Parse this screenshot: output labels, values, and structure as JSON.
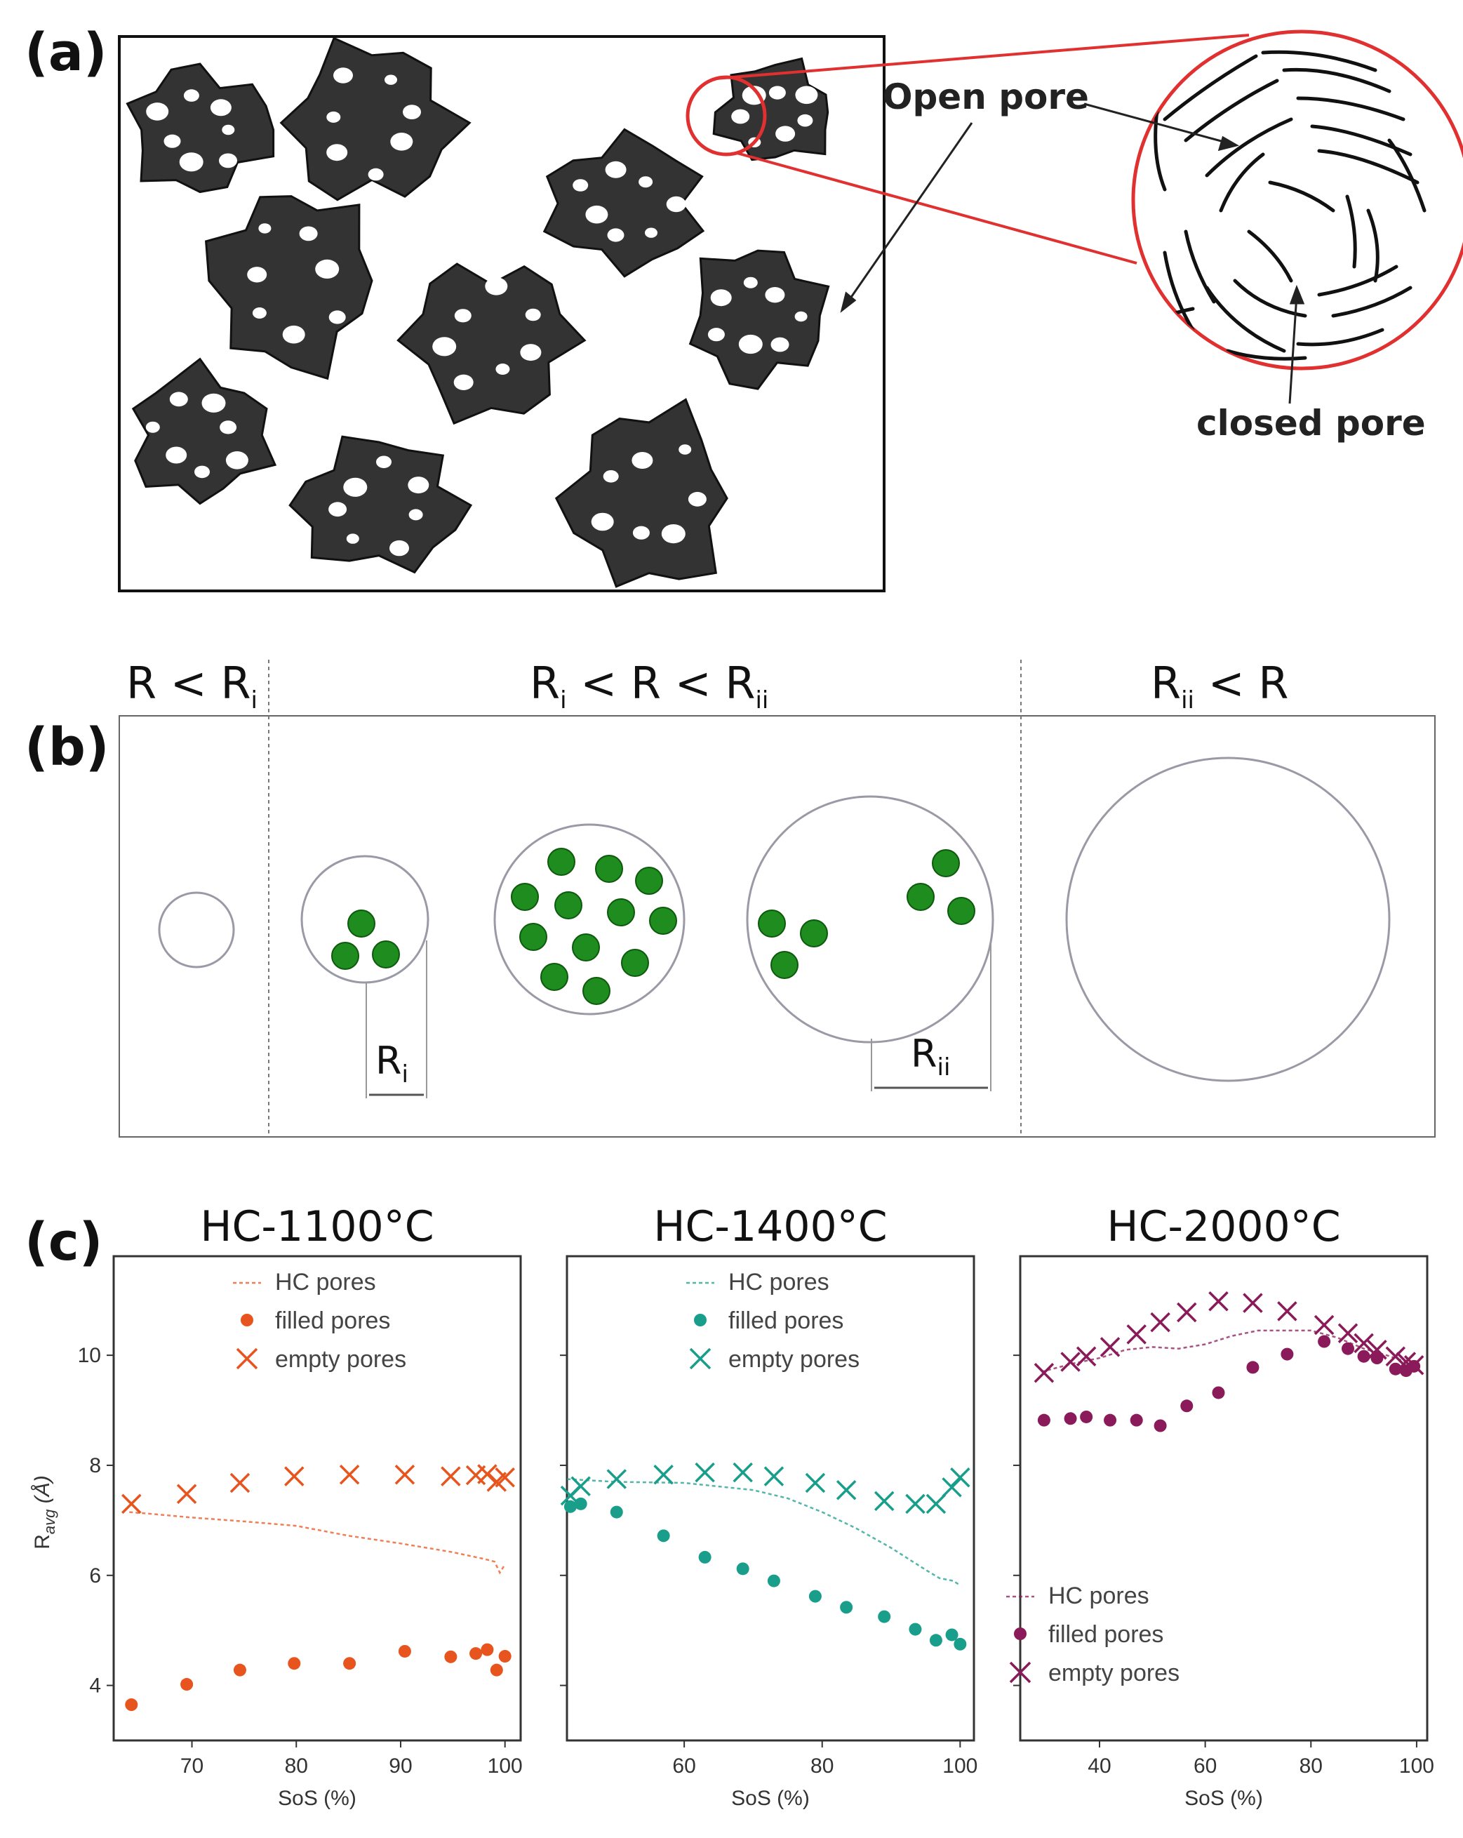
{
  "panel_a": {
    "label": "(a)",
    "open_pore_label": "Open pore",
    "closed_pore_label": "closed pore"
  },
  "panel_b": {
    "label": "(b)",
    "region_1": {
      "main": "R < R",
      "sub": "i"
    },
    "region_2": {
      "a": "R",
      "a_sub": "i",
      "mid": " < R < R",
      "b_sub": "ii"
    },
    "region_3": {
      "a": "R",
      "a_sub": "ii",
      "rest": " < R"
    },
    "ri_label": {
      "main": "R",
      "sub": "i"
    },
    "rii_label": {
      "main": "R",
      "sub": "ii"
    }
  },
  "panel_c": {
    "label": "(c)",
    "y_axis_label": {
      "main": "R",
      "sub": "avg",
      "unit": " (Å)"
    },
    "colors": {
      "hc1100": "#e8541e",
      "hc1400": "#1a9e8c",
      "hc2000": "#8a1a5a"
    }
  },
  "chart_data": [
    {
      "type": "scatter",
      "title": "HC-1100°C",
      "xlabel": "SoS (%)",
      "ylabel": "Ravg (Å)",
      "xlim": [
        62.5,
        101.5
      ],
      "ylim": [
        3.0,
        11.8
      ],
      "xticks": [
        70,
        80,
        90,
        100
      ],
      "yticks": [
        4,
        6,
        8,
        10
      ],
      "legend_position": "top-left",
      "series": [
        {
          "name": "HC pores",
          "kind": "dashed-line",
          "x": [
            64,
            66,
            70,
            75,
            80,
            85,
            90,
            95,
            98,
            99,
            99.5,
            100
          ],
          "y": [
            7.15,
            7.12,
            7.05,
            6.98,
            6.9,
            6.72,
            6.58,
            6.42,
            6.3,
            6.25,
            6.05,
            6.2
          ]
        },
        {
          "name": "filled pores",
          "kind": "dot",
          "x": [
            64.2,
            69.5,
            74.6,
            79.8,
            85.1,
            90.4,
            94.8,
            97.2,
            98.3,
            99.2,
            100
          ],
          "y": [
            3.65,
            4.02,
            4.28,
            4.4,
            4.4,
            4.62,
            4.52,
            4.58,
            4.65,
            4.28,
            4.53
          ]
        },
        {
          "name": "empty pores",
          "kind": "cross",
          "x": [
            64.2,
            69.5,
            74.6,
            79.8,
            85.1,
            90.4,
            94.8,
            97.2,
            98.3,
            99.2,
            100
          ],
          "y": [
            7.3,
            7.48,
            7.68,
            7.8,
            7.83,
            7.83,
            7.8,
            7.82,
            7.84,
            7.7,
            7.78
          ]
        }
      ]
    },
    {
      "type": "scatter",
      "title": "HC-1400°C",
      "xlabel": "SoS (%)",
      "ylabel": "",
      "xlim": [
        43,
        102
      ],
      "ylim": [
        3.0,
        11.8
      ],
      "xticks": [
        60,
        80,
        100
      ],
      "yticks": [
        4,
        6,
        8,
        10
      ],
      "legend_position": "top-left",
      "series": [
        {
          "name": "HC pores",
          "kind": "dashed-line",
          "x": [
            43,
            50,
            60,
            70,
            75,
            80,
            85,
            90,
            95,
            97,
            99,
            100
          ],
          "y": [
            7.75,
            7.7,
            7.68,
            7.55,
            7.4,
            7.15,
            6.85,
            6.5,
            6.1,
            5.95,
            5.9,
            5.82
          ]
        },
        {
          "name": "filled pores",
          "kind": "dot",
          "x": [
            43.5,
            45,
            50.2,
            57,
            63,
            68.5,
            73,
            79,
            83.5,
            89,
            93.5,
            96.5,
            98.8,
            100
          ],
          "y": [
            7.25,
            7.3,
            7.15,
            6.72,
            6.33,
            6.12,
            5.9,
            5.62,
            5.42,
            5.25,
            5.02,
            4.82,
            4.92,
            4.75
          ]
        },
        {
          "name": "empty pores",
          "kind": "cross",
          "x": [
            43.5,
            45,
            50.2,
            57,
            63,
            68.5,
            73,
            79,
            83.5,
            89,
            93.5,
            96.5,
            98.8,
            100
          ],
          "y": [
            7.45,
            7.62,
            7.75,
            7.83,
            7.87,
            7.87,
            7.8,
            7.68,
            7.55,
            7.35,
            7.3,
            7.3,
            7.6,
            7.78
          ]
        }
      ]
    },
    {
      "type": "scatter",
      "title": "HC-2000°C",
      "xlabel": "SoS (%)",
      "ylabel": "",
      "xlim": [
        25,
        102
      ],
      "ylim": [
        3.0,
        11.8
      ],
      "xticks": [
        40,
        60,
        80,
        100
      ],
      "yticks": [
        4,
        6,
        8,
        10
      ],
      "legend_position": "bottom-left",
      "series": [
        {
          "name": "HC pores",
          "kind": "dashed-line",
          "x": [
            29,
            35,
            40,
            45,
            50,
            55,
            60,
            65,
            70,
            75,
            80,
            85,
            90,
            95,
            98,
            100
          ],
          "y": [
            9.7,
            9.85,
            9.95,
            10.1,
            10.15,
            10.12,
            10.2,
            10.35,
            10.45,
            10.45,
            10.45,
            10.32,
            10.12,
            9.98,
            9.88,
            9.85
          ]
        },
        {
          "name": "filled pores",
          "kind": "dot",
          "x": [
            29.5,
            34.5,
            37.5,
            42,
            47,
            51.5,
            56.5,
            62.5,
            69,
            75.5,
            82.5,
            87,
            90,
            92.5,
            96,
            98,
            99.5
          ],
          "y": [
            8.82,
            8.85,
            8.88,
            8.82,
            8.82,
            8.72,
            9.08,
            9.32,
            9.78,
            10.02,
            10.25,
            10.12,
            9.98,
            9.95,
            9.75,
            9.72,
            9.8
          ]
        },
        {
          "name": "empty pores",
          "kind": "cross",
          "x": [
            29.5,
            34.5,
            37.5,
            42,
            47,
            51.5,
            56.5,
            62.5,
            69,
            75.5,
            82.5,
            87,
            90,
            92.5,
            96,
            98,
            99.5
          ],
          "y": [
            9.68,
            9.88,
            9.98,
            10.15,
            10.38,
            10.6,
            10.78,
            10.98,
            10.95,
            10.8,
            10.55,
            10.4,
            10.22,
            10.1,
            9.98,
            9.88,
            9.82
          ]
        }
      ]
    }
  ]
}
